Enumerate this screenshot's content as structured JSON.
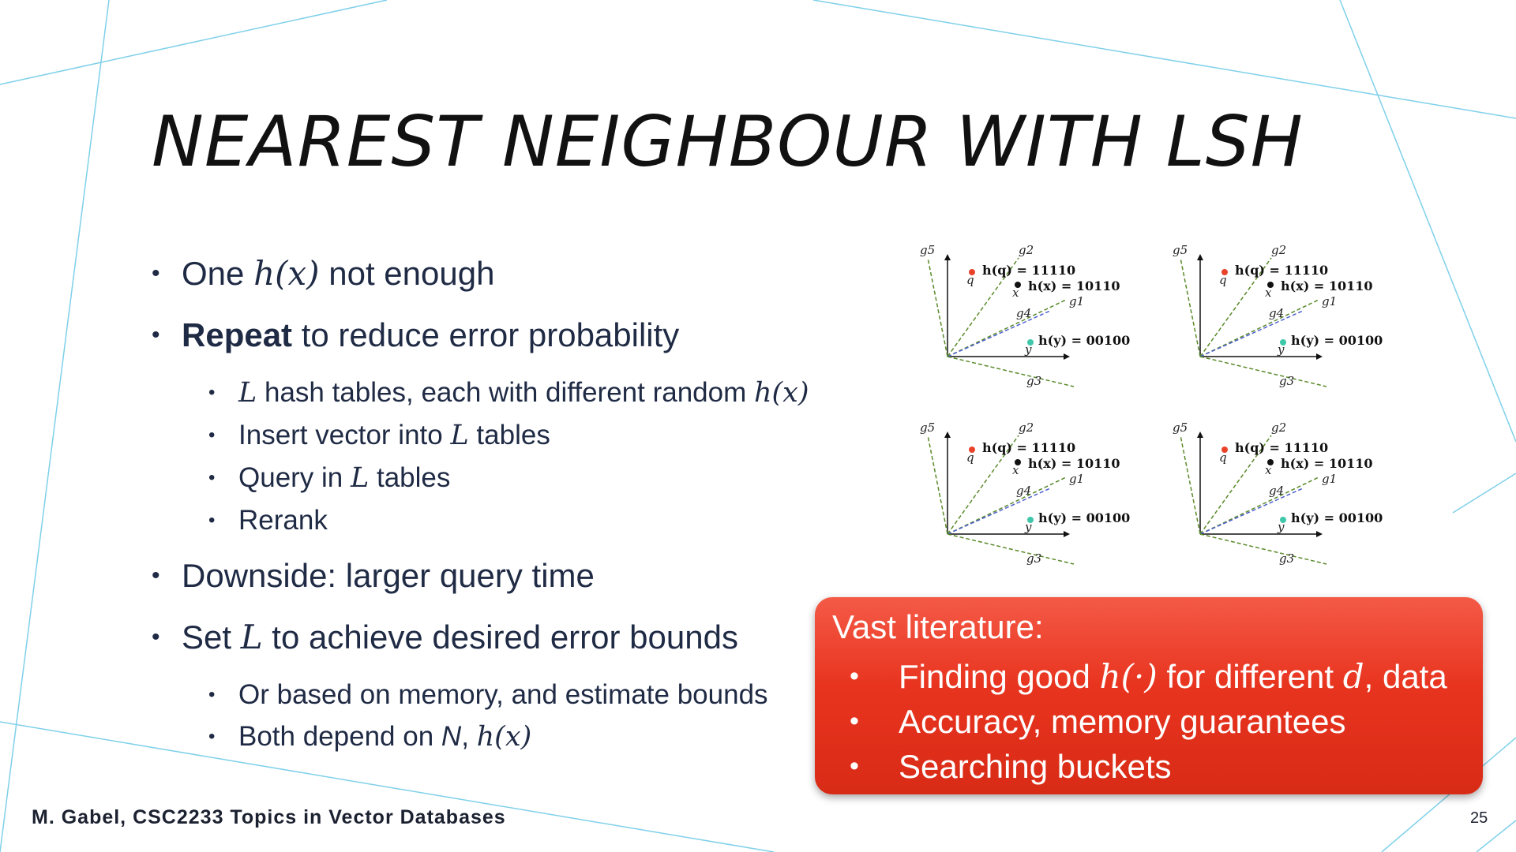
{
  "slide": {
    "title": "NEAREST NEIGHBOUR WITH LSH",
    "bullets": {
      "b1_pre": "One ",
      "b1_math": "h(x)",
      "b1_post": " not enough",
      "b2_bold": "Repeat",
      "b2_post": " to reduce error probability",
      "b2a_math": "L",
      "b2a_mid": " hash tables, each with different random ",
      "b2a_math2": "h(x)",
      "b2b_pre": "Insert vector into ",
      "b2b_math": "L",
      "b2b_post": " tables",
      "b2c_pre": "Query in ",
      "b2c_math": "L",
      "b2c_post": " tables",
      "b2d": "Rerank",
      "b3": "Downside: larger query time",
      "b4_pre": "Set ",
      "b4_math": "L",
      "b4_post": " to achieve desired error bounds",
      "b4a": "Or based on memory, and estimate bounds",
      "b4b_pre": "Both depend on ",
      "b4b_n": "N",
      "b4b_sep": ", ",
      "b4b_math": "h(x)"
    },
    "diagram": {
      "g5": "g5",
      "g2": "g2",
      "g1": "g1",
      "g4": "g4",
      "g3": "g3",
      "q": "q",
      "x": "x",
      "y": "y",
      "hq": "h(q) = 11110",
      "hx": "h(x) = 10110",
      "hy": "h(y) = 00100",
      "colors": {
        "q": "#e8432a",
        "x": "#111111",
        "y": "#3fc7a9",
        "green": "#5a8a2a",
        "blue": "#4d5fd0"
      }
    },
    "callout": {
      "heading": "Vast literature:",
      "i1_pre": "Finding good ",
      "i1_math": "h(·)",
      "i1_mid": " for different ",
      "i1_math2": "d",
      "i1_post": ", data",
      "i2": "Accuracy, memory guarantees",
      "i3": "Searching buckets"
    },
    "footer": "M. Gabel, CSC2233 Topics in Vector Databases",
    "page_number": "25",
    "colors": {
      "accent_line": "#7fd0ea",
      "callout": "#e8341f",
      "text": "#1f2a44"
    }
  }
}
